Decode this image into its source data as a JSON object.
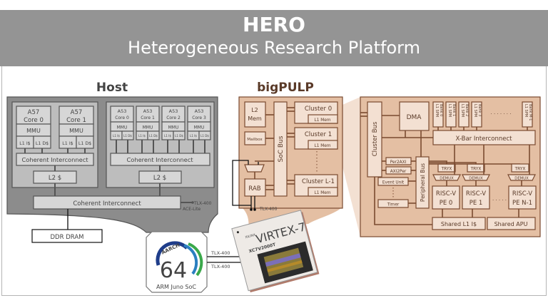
{
  "header": {
    "title": "HERO",
    "subtitle": "Heterogeneous Research Platform"
  },
  "host": {
    "title": "Host",
    "a57_cores": [
      {
        "type": "A57",
        "core": "Core 0"
      },
      {
        "type": "A57",
        "core": "Core 1"
      }
    ],
    "a53_cores": [
      {
        "type": "A53",
        "core": "Core 0"
      },
      {
        "type": "A53",
        "core": "Core 1"
      },
      {
        "type": "A53",
        "core": "Core 2"
      },
      {
        "type": "A53",
        "core": "Core 3"
      }
    ],
    "mmu": "MMU",
    "l1i": "L1 I$",
    "l1d": "L1 D$",
    "coherent_interconnect": "Coherent Interconnect",
    "l2": "L2 $",
    "tlx": "TLX-400",
    "ace_lite": "ACE-Lite",
    "ddr": "DDR DRAM"
  },
  "juno": {
    "logo_top": "AARCH",
    "logo_number": "64",
    "label": "ARM Juno SoC"
  },
  "links": [
    "TLX-400",
    "TLX-400"
  ],
  "fpga": {
    "brand": "XILINX",
    "family": "VIRTEX-7",
    "part": "XC7V2000T"
  },
  "bigpulp": {
    "title": "bigPULP",
    "l2_mem": [
      "L2",
      "Mem"
    ],
    "mailbox": "Mailbox",
    "soc_bus": "SoC Bus",
    "rab": "RAB",
    "tlx": "TLX-400",
    "clusters": [
      "Cluster 0",
      "Cluster 1",
      "Cluster L-1"
    ],
    "l1_mem": "L1 Mem"
  },
  "cluster": {
    "cluster_bus": "Cluster Bus",
    "dma": "DMA",
    "spm_banks": [
      [
        "L1 SPM",
        "Bank 0"
      ],
      [
        "L1 SPM",
        "Bank 1"
      ],
      [
        "L1 SPM",
        "Bank 2"
      ],
      [
        "L1 SPM",
        "Bank 3"
      ],
      [
        "L1 SPM",
        "Bank M-1"
      ]
    ],
    "spm_ellipsis": "· · · · · · ·",
    "xbar": "X-Bar Interconnect",
    "per2axi": "Per2AXI",
    "axi2per": "AXI2Per",
    "event_unit": "Event Unit",
    "timer": "Timer",
    "peripheral_bus": "Peripheral Bus",
    "tryx": "TRYX",
    "demux": "DEMUX",
    "pes": [
      [
        "RISC-V",
        "PE 0"
      ],
      [
        "RISC-V",
        "PE 1"
      ],
      [
        "RISC-V",
        "PE N-1"
      ]
    ],
    "pe_ellipsis": "· · · · ·",
    "shared_l1i": "Shared L1 I$",
    "shared_apu": "Shared APU"
  },
  "colors": {
    "header": "#949494",
    "host": "#8c8c8c",
    "bigpulp": "#e4bfa3",
    "bigpulp_text": "#8b5a3c"
  }
}
